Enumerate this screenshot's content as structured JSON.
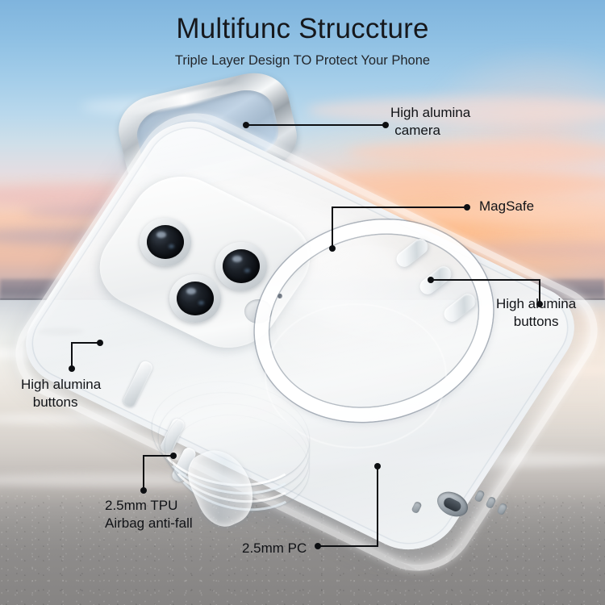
{
  "header": {
    "title": "Multifunc Struccture",
    "subtitle": "Triple Layer Design TO Protect Your Phone"
  },
  "callouts": [
    {
      "id": "high-alumina-camera",
      "line1": "High alumina",
      "line2": "camera"
    },
    {
      "id": "magsafe",
      "line1": "MagSafe",
      "line2": ""
    },
    {
      "id": "high-alumina-buttons-right",
      "line1": "High alumina",
      "line2": "buttons"
    },
    {
      "id": "high-alumina-buttons-left",
      "line1": "High alumina",
      "line2": "buttons"
    },
    {
      "id": "tpu-airbag",
      "line1": "2.5mm TPU",
      "line2": "Airbag anti-fall"
    },
    {
      "id": "pc-layer",
      "line1": "2.5mm PC",
      "line2": ""
    }
  ],
  "colors": {
    "text": "#111317",
    "leader": "#0d0f12",
    "sky_top": "#7fb4dd",
    "sunset": "#f7cdb6",
    "sand": "#8a8887",
    "metal": "#dfe4e8"
  },
  "product": {
    "type": "clear phone case",
    "parts": [
      "metal camera bezel ring",
      "triple camera module",
      "MagSafe ring",
      "side buttons",
      "TPU airbag layer",
      "PC back plate"
    ]
  }
}
